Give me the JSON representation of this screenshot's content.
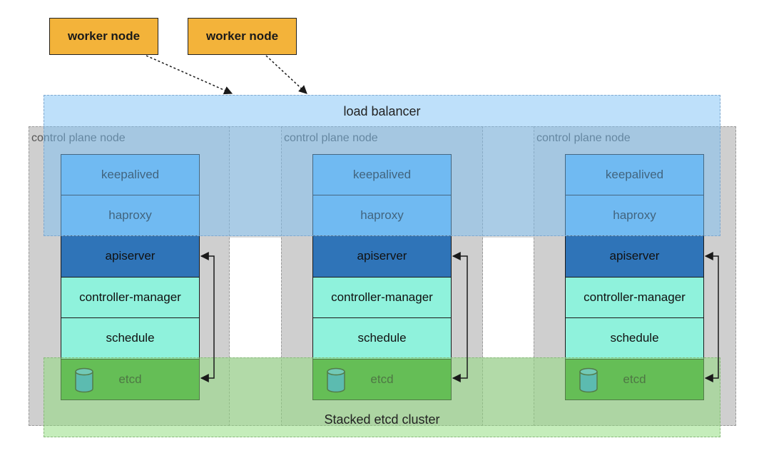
{
  "worker_nodes": [
    {
      "label": "worker node"
    },
    {
      "label": "worker node"
    }
  ],
  "load_balancer": {
    "label": "load balancer"
  },
  "etcd_cluster": {
    "label": "Stacked etcd cluster"
  },
  "control_plane_nodes": [
    {
      "label": "control plane node",
      "components": [
        {
          "name": "keepalived"
        },
        {
          "name": "haproxy"
        },
        {
          "name": "apiserver"
        },
        {
          "name": "controller-manager"
        },
        {
          "name": "schedule"
        },
        {
          "name": "etcd"
        }
      ]
    },
    {
      "label": "control plane node",
      "components": [
        {
          "name": "keepalived"
        },
        {
          "name": "haproxy"
        },
        {
          "name": "apiserver"
        },
        {
          "name": "controller-manager"
        },
        {
          "name": "schedule"
        },
        {
          "name": "etcd"
        }
      ]
    },
    {
      "label": "control plane node",
      "components": [
        {
          "name": "keepalived"
        },
        {
          "name": "haproxy"
        },
        {
          "name": "apiserver"
        },
        {
          "name": "controller-manager"
        },
        {
          "name": "schedule"
        },
        {
          "name": "etcd"
        }
      ]
    }
  ],
  "colors": {
    "worker_node": "#f3b33a",
    "load_balancer": "#78bef5",
    "keepalived": "#6ab7f0",
    "haproxy": "#6ab7f0",
    "apiserver": "#2f74b8",
    "controller_manager": "#8ff2dc",
    "schedule": "#8ff2dc",
    "etcd": "#3ea135",
    "etcd_cluster": "#8cdc78",
    "control_plane_node": "#cfcfcf"
  },
  "icons": {
    "etcd": "database-cylinder-icon"
  }
}
